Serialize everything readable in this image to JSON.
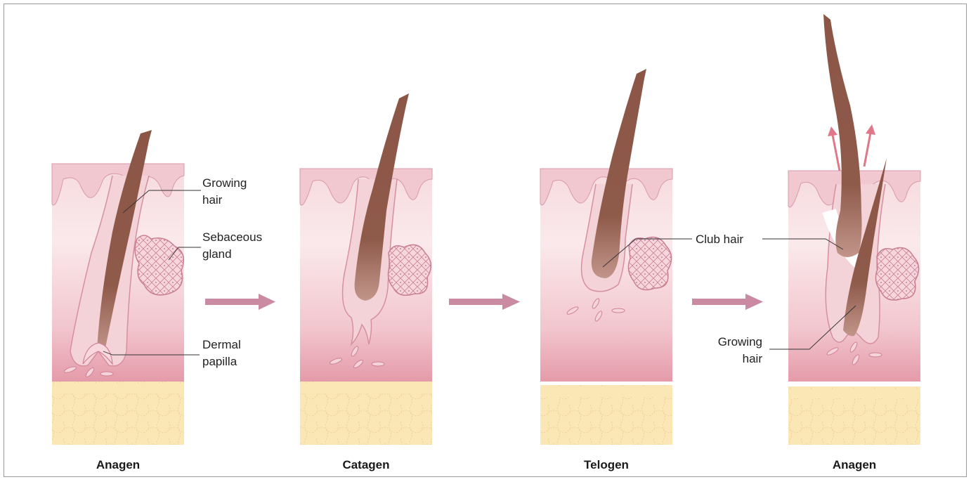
{
  "stages": [
    {
      "caption": "Anagen"
    },
    {
      "caption": "Catagen"
    },
    {
      "caption": "Telogen"
    },
    {
      "caption": "Anagen"
    }
  ],
  "labels": {
    "growing_hair_1": "Growing",
    "growing_hair_2": "hair",
    "sebaceous_1": "Sebaceous",
    "sebaceous_2": "gland",
    "dermal_1": "Dermal",
    "dermal_2": "papilla",
    "club_hair": "Club hair",
    "growing_hair_b_1": "Growing",
    "growing_hair_b_2": "hair"
  },
  "colors": {
    "skin_top": "#f3cdd3",
    "skin_mid": "#f8e3e6",
    "skin_deep": "#e7a3b0",
    "fat": "#fbe6b4",
    "hair": "#8a5143",
    "arrow": "#c98aa2",
    "exit_arrow": "#e0788a"
  }
}
